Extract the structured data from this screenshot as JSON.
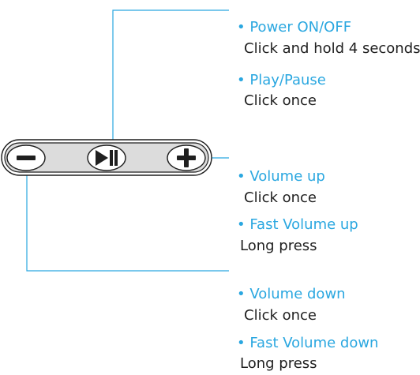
{
  "accent_color": "#2aa7e0",
  "line_color": "#2aa7e0",
  "controls": {
    "minus_icon": "minus-icon",
    "play_pause_icon": "play-pause-icon",
    "plus_icon": "plus-icon"
  },
  "annotations": [
    {
      "title": "• Power ON/OFF",
      "desc": "Click and hold 4 seconds"
    },
    {
      "title": "• Play/Pause",
      "desc": "Click once"
    },
    {
      "title": "• Volume up",
      "desc": "Click once"
    },
    {
      "title": "• Fast Volume up",
      "desc": "Long press"
    },
    {
      "title": "• Volume down",
      "desc": "Click once"
    },
    {
      "title": "• Fast Volume down",
      "desc": "Long press"
    }
  ]
}
